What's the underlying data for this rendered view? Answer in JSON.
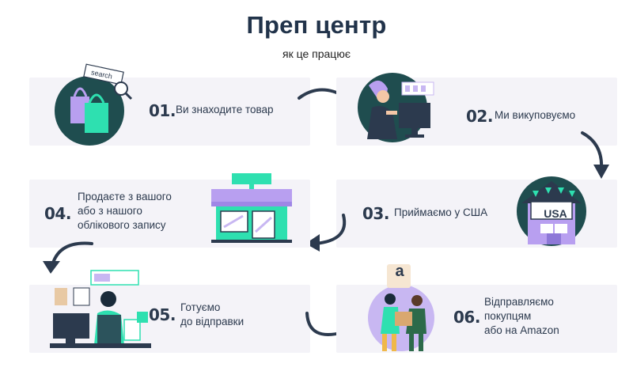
{
  "header": {
    "title": "Преп центр",
    "subtitle": "як це працює"
  },
  "steps": [
    {
      "number": "01.",
      "lines": [
        "Ви знаходите товар"
      ],
      "icon": "shopping-search-icon"
    },
    {
      "number": "02.",
      "lines": [
        "Ми викуповуємо"
      ],
      "icon": "person-computer-icon"
    },
    {
      "number": "03.",
      "lines": [
        "Приймаємо у США"
      ],
      "icon": "usa-warehouse-icon"
    },
    {
      "number": "04.",
      "lines": [
        "Продаєте з вашого",
        "або з нашого",
        "облікового запису"
      ],
      "icon": "storefront-icon"
    },
    {
      "number": "05.",
      "lines": [
        "Готуємо",
        "до відправки"
      ],
      "icon": "office-worker-icon"
    },
    {
      "number": "06.",
      "lines": [
        "Відправляємо",
        "покупцям",
        "або на Amazon"
      ],
      "icon": "delivery-people-icon"
    }
  ],
  "labels": {
    "search_tag": "search",
    "usa_sign": "USA",
    "amazon_letter": "a"
  },
  "colors": {
    "navy": "#21334a",
    "card_bg": "#f4f3f8",
    "teal": "#2ee0b0",
    "lavender": "#c8b7f2",
    "dark_teal": "#2c4a50",
    "circle": "#1f4d4f"
  }
}
